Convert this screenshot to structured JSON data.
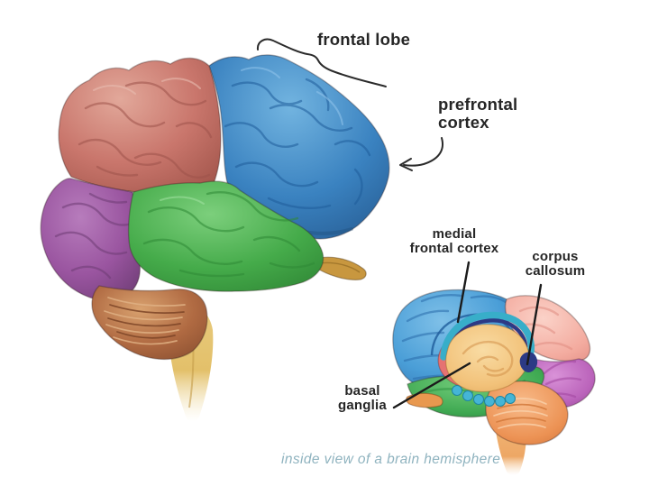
{
  "labels": {
    "frontal_lobe": "frontal lobe",
    "prefrontal_cortex": "prefrontal\ncortex",
    "medial_frontal_cortex": "medial\nfrontal cortex",
    "corpus_callosum": "corpus\ncallosum",
    "basal_ganglia": "basal\nganglia"
  },
  "caption": "inside view of a brain hemisphere",
  "colors": {
    "background": "#ffffff",
    "label_text": "#262626",
    "caption_text": "#8fb3bf",
    "annotation_lines": "#2b2b2b"
  },
  "diagram": {
    "main_brain": {
      "regions": [
        {
          "name": "frontal lobe",
          "color": "#3a82c0"
        },
        {
          "name": "parietal lobe",
          "color": "#c9766c"
        },
        {
          "name": "occipital lobe",
          "color": "#9a55a0"
        },
        {
          "name": "temporal lobe",
          "color": "#45ab4a"
        },
        {
          "name": "cerebellum",
          "color": "#b06a42"
        },
        {
          "name": "brain stem",
          "color": "#e3c06a"
        },
        {
          "name": "nerve stub",
          "color": "#c8973f"
        }
      ]
    },
    "inset_brain": {
      "regions": [
        {
          "name": "medial frontal cortex",
          "color": "#4a9ed7"
        },
        {
          "name": "parietal",
          "color": "#f5b3a9"
        },
        {
          "name": "occipital",
          "color": "#bb64bb"
        },
        {
          "name": "temporal",
          "color": "#3fa952"
        },
        {
          "name": "cingulate ring",
          "color": "#e57272"
        },
        {
          "name": "corpus callosum",
          "color": "#38aec9"
        },
        {
          "name": "splenium",
          "color": "#2c3a85"
        },
        {
          "name": "basal ganglia",
          "color": "#f4c47e"
        },
        {
          "name": "hippocampus bumps",
          "color": "#45b5d6"
        },
        {
          "name": "cerebellum",
          "color": "#ec9254"
        },
        {
          "name": "brain stem",
          "color": "#f0ae6a"
        },
        {
          "name": "nerve stub",
          "color": "#e8984f"
        }
      ]
    }
  }
}
